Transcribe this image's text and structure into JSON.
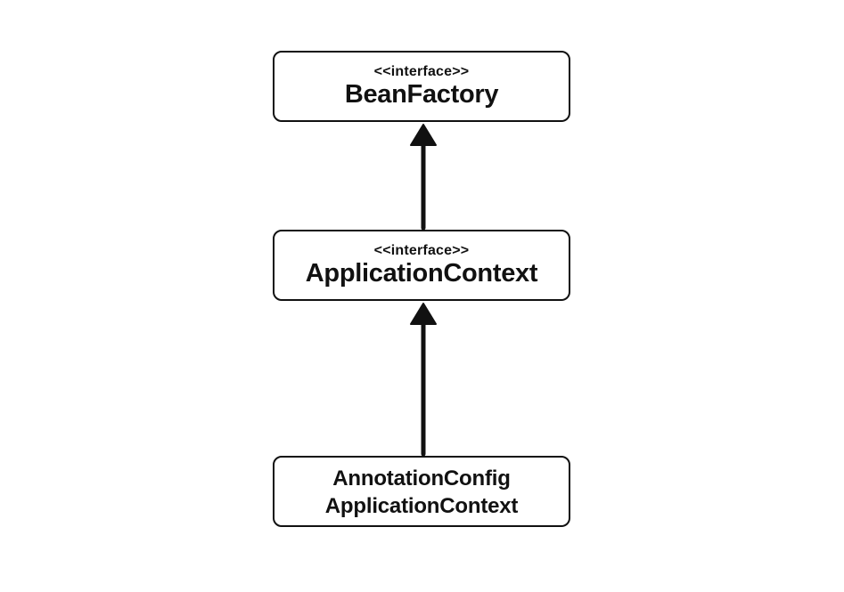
{
  "nodes": [
    {
      "id": "beanfactory",
      "stereotype": "<<interface>>",
      "name": "BeanFactory"
    },
    {
      "id": "applicationcontext",
      "stereotype": "<<interface>>",
      "name": "ApplicationContext"
    },
    {
      "id": "annotationconfig",
      "name_line1": "AnnotationConfig",
      "name_line2": "ApplicationContext"
    }
  ],
  "edges": [
    {
      "from": "applicationcontext",
      "to": "beanfactory",
      "type": "inheritance"
    },
    {
      "from": "annotationconfig",
      "to": "applicationcontext",
      "type": "inheritance"
    }
  ],
  "colors": {
    "stroke": "#111111",
    "background": "#ffffff"
  }
}
